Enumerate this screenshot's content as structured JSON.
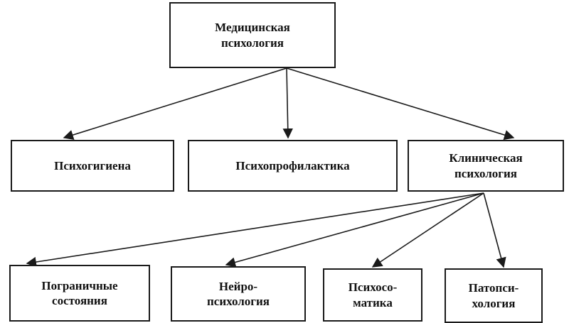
{
  "diagram": {
    "root": {
      "label": "Медицинская\nпсихология"
    },
    "level1": [
      {
        "label": "Психогигиена"
      },
      {
        "label": "Психопрофилактика"
      },
      {
        "label": "Клиническая\nпсихология"
      }
    ],
    "level2": [
      {
        "label": "Пограничные\nсостояния"
      },
      {
        "label": "Нейро-\nпсихология"
      },
      {
        "label": "Психосо-\nматика"
      },
      {
        "label": "Патопси-\nхология"
      }
    ],
    "colors": {
      "line": "#1a1a1a",
      "background": "#ffffff"
    }
  }
}
